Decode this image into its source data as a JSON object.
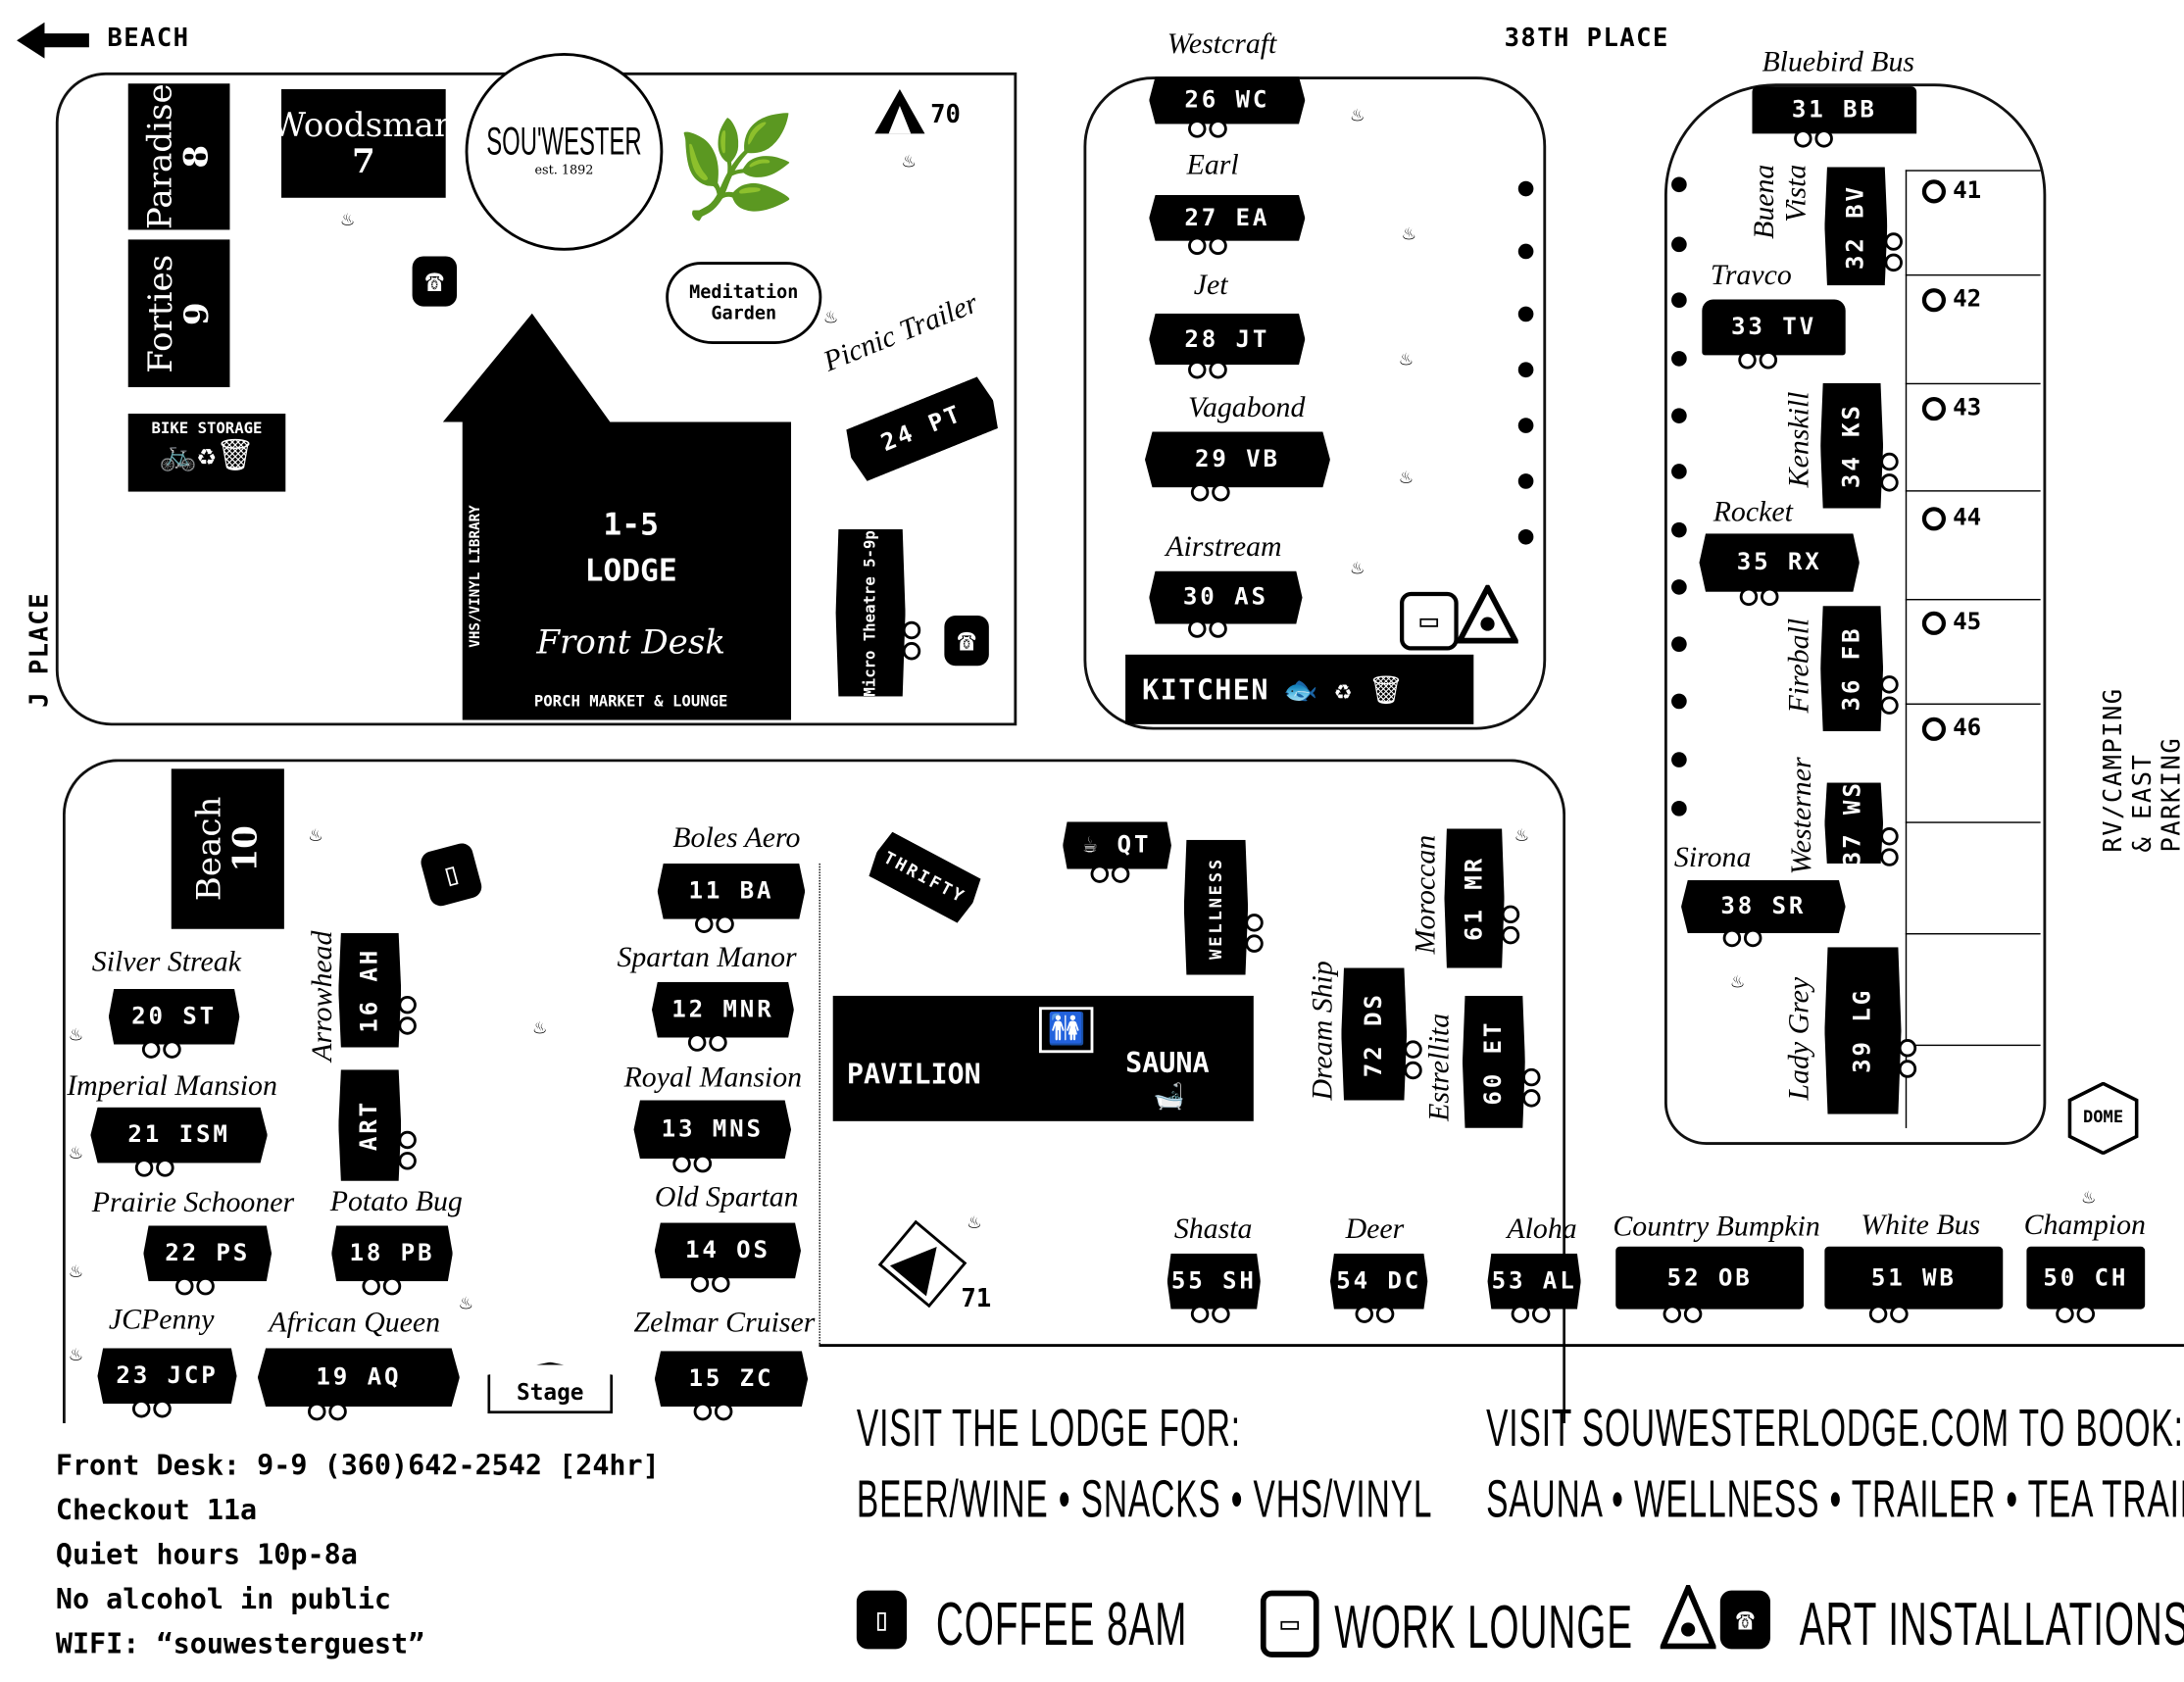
{
  "streets": {
    "beach": "BEACH",
    "thirty_eighth": "38TH PLACE",
    "j_place": "J PLACE",
    "east": "RV/CAMPING & EAST PARKING"
  },
  "logo": {
    "name": "SOU'WESTER",
    "est": "est. 1892"
  },
  "cabins": [
    {
      "name": "Paradise",
      "num": "8"
    },
    {
      "name": "Forties",
      "num": "9"
    },
    {
      "name": "Woodsman",
      "num": "7"
    },
    {
      "name": "Beach",
      "num": "10"
    }
  ],
  "lodge": {
    "num": "1-5",
    "title": "LODGE",
    "desk": "Front Desk",
    "market": "PORCH MARKET & LOUNGE",
    "library": "VHS/VINYL LIBRARY"
  },
  "meditation_garden": "Meditation Garden",
  "bike_storage": "BIKE STORAGE",
  "micro_theatre": "Micro Theatre 5-9p",
  "kitchen": "KITCHEN",
  "pavilion": "PAVILION",
  "sauna": "SAUNA",
  "stage": "Stage",
  "dome": "DOME",
  "art": "ART",
  "thrifty": "THRIFTY",
  "qt": "QT",
  "wellness": "WELLNESS",
  "campsites": [
    "70",
    "71"
  ],
  "rv_sites": [
    "41",
    "42",
    "43",
    "44",
    "45",
    "46"
  ],
  "trailers": [
    {
      "name": "Westcraft",
      "code": "26 WC"
    },
    {
      "name": "Earl",
      "code": "27 EA"
    },
    {
      "name": "Jet",
      "code": "28 JT"
    },
    {
      "name": "Vagabond",
      "code": "29 VB"
    },
    {
      "name": "Airstream",
      "code": "30 AS"
    },
    {
      "name": "Bluebird Bus",
      "code": "31 BB"
    },
    {
      "name": "Buena Vista",
      "code": "32 BV"
    },
    {
      "name": "Travco",
      "code": "33 TV"
    },
    {
      "name": "Kenskill",
      "code": "34 KS"
    },
    {
      "name": "Rocket",
      "code": "35 RX"
    },
    {
      "name": "Fireball",
      "code": "36 FB"
    },
    {
      "name": "Westerner",
      "code": "37 WS"
    },
    {
      "name": "Sirona",
      "code": "38 SR"
    },
    {
      "name": "Lady Grey",
      "code": "39 LG"
    },
    {
      "name": "Boles Aero",
      "code": "11 BA"
    },
    {
      "name": "Spartan Manor",
      "code": "12 MNR"
    },
    {
      "name": "Royal Mansion",
      "code": "13 MNS"
    },
    {
      "name": "Old Spartan",
      "code": "14 OS"
    },
    {
      "name": "Zelmar Cruiser",
      "code": "15 ZC"
    },
    {
      "name": "Arrowhead",
      "code": "16 AH"
    },
    {
      "name": "Potato Bug",
      "code": "18 PB"
    },
    {
      "name": "African Queen",
      "code": "19 AQ"
    },
    {
      "name": "Silver Streak",
      "code": "20 ST"
    },
    {
      "name": "Imperial Mansion",
      "code": "21 ISM"
    },
    {
      "name": "Prairie Schooner",
      "code": "22 PS"
    },
    {
      "name": "JCPenny",
      "code": "23 JCP"
    },
    {
      "name": "Picnic Trailer",
      "code": "24 PT"
    },
    {
      "name": "Moroccan",
      "code": "61 MR"
    },
    {
      "name": "Dream Ship",
      "code": "72 DS"
    },
    {
      "name": "Estrellita",
      "code": "60 ET"
    },
    {
      "name": "Shasta",
      "code": "55 SH"
    },
    {
      "name": "Deer",
      "code": "54 DC"
    },
    {
      "name": "Aloha",
      "code": "53 AL"
    },
    {
      "name": "Country Bumpkin",
      "code": "52 OB"
    },
    {
      "name": "White Bus",
      "code": "51 WB"
    },
    {
      "name": "Champion",
      "code": "50 CH"
    }
  ],
  "info": [
    "Front Desk: 9-9 (360)642-2542 [24hr]",
    "Checkout 11a",
    "Quiet hours 10p-8a",
    "No alcohol in public",
    "WIFI: “souwesterguest”"
  ],
  "visit_lodge": {
    "title": "VISIT THE LODGE FOR:",
    "items": "BEER/WINE • SNACKS • VHS/VINYL"
  },
  "visit_web": {
    "title": "VISIT SOUWESTERLODGE.COM TO BOOK:",
    "items": "SAUNA • WELLNESS • TRAILER • TEA TRAILER"
  },
  "legend": {
    "coffee": "COFFEE 8AM",
    "work": "WORK LOUNGE",
    "art": "ART INSTALLATIONS"
  }
}
